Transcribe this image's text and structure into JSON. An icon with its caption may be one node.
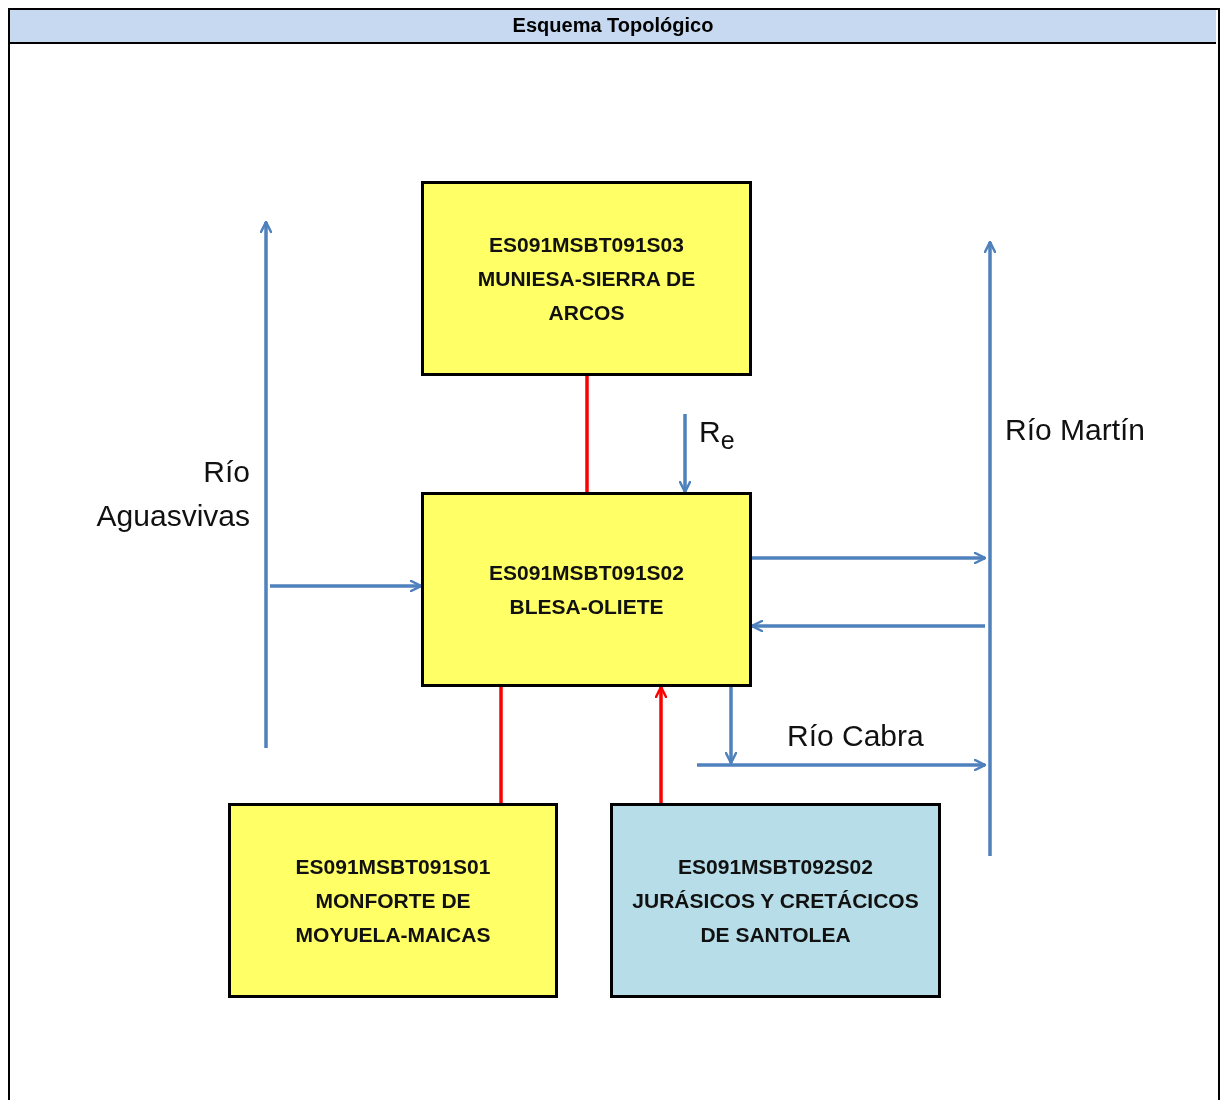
{
  "diagram": {
    "title": "Esquema Topológico",
    "nodes": [
      {
        "text": [
          "ES091MSBT091S03",
          "MUNIESA-SIERRA DE ARCOS"
        ]
      },
      {
        "text": [
          "ES091MSBT091S02",
          "BLESA-OLIETE"
        ]
      },
      {
        "text": [
          "ES091MSBT091S01",
          "MONFORTE DE MOYUELA-MAICAS"
        ]
      },
      {
        "text": [
          "ES091MSBT092S02",
          "JURÁSICOS Y CRETÁCICOS DE SANTOLEA"
        ]
      },
      {
        "text": [
          "Río Aguasvivas"
        ]
      },
      {
        "text": [
          "Río Martín"
        ]
      },
      {
        "text": [
          "Río Cabra"
        ]
      }
    ],
    "edges": [
      {
        "from": 0,
        "to": 1,
        "arrow": "none",
        "color": "#ff0000"
      },
      {
        "from": 4,
        "to": 1,
        "arrow": "to"
      },
      {
        "from": 1,
        "to": 5,
        "arrow": "to"
      },
      {
        "from": 5,
        "to": 1,
        "arrow": "to"
      },
      {
        "from": 1,
        "to": 6,
        "arrow": "to"
      },
      {
        "from": 6,
        "to": 5,
        "arrow": "to"
      },
      {
        "from": 2,
        "to": 1,
        "arrow": "none",
        "color": "#ff0000"
      },
      {
        "from": 3,
        "to": 1,
        "arrow": "to",
        "color": "#ff0000"
      },
      {
        "from": null,
        "to": 1,
        "arrow": "to",
        "label": "R$_{e}$"
      }
    ]
  }
}
